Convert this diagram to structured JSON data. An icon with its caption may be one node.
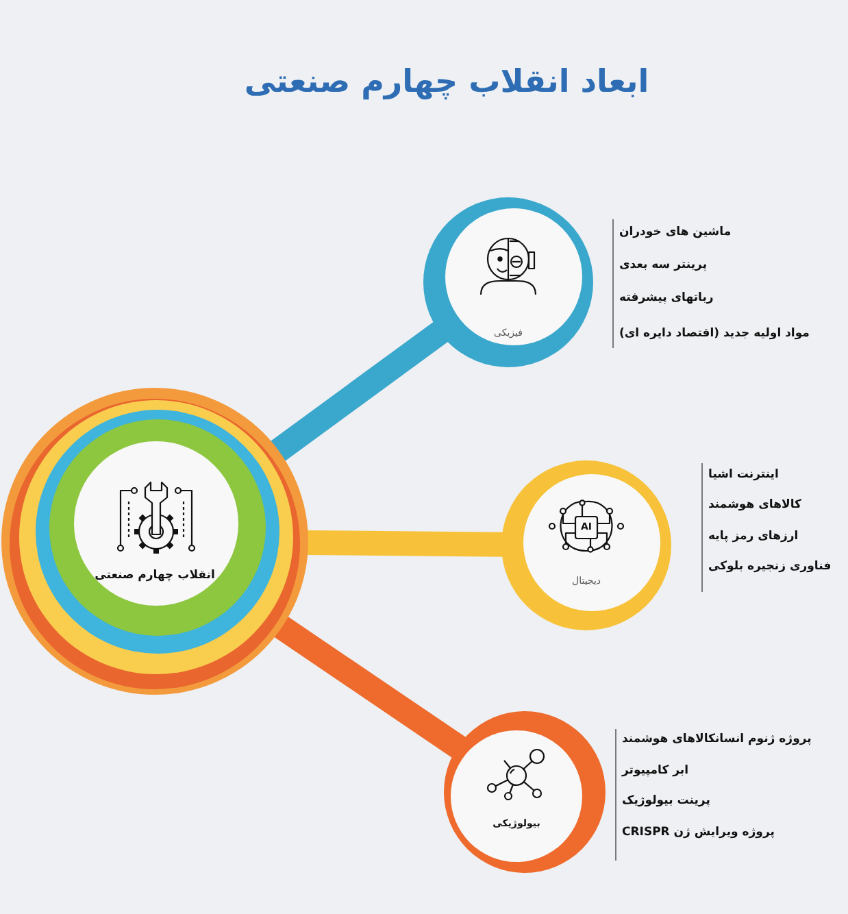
{
  "diagram": {
    "title": "ابعاد انقلاب چهارم صنعتی",
    "nodes": [
      {
        "text": [
          "انقلاب چهارم صنعتی"
        ]
      },
      {
        "text": [
          "فیزیکی"
        ],
        "beside": [
          "ماشین های خودران",
          "پرینتر سه بعدی",
          "رباتهای پیشرفته",
          "مواد اولیه جدید (اقتصاد دایره ای)"
        ]
      },
      {
        "text": [
          "دیجیتال"
        ],
        "beside": [
          "اینترنت اشیا",
          "کالاهای هوشمند",
          "ارزهای رمز پایه",
          "فناوری زنجیره بلوکی"
        ]
      },
      {
        "text": [
          "بیولوژیکی"
        ],
        "beside": [
          "پروژه ژنوم انسانکالاهای هوشمند",
          "ابر کامپیوتر",
          "پرینت بیولوژیک",
          "پروژه ویرایش ژن CRISPR"
        ]
      }
    ],
    "edges": [
      {
        "from": 0,
        "to": 1,
        "arrow": "none",
        "color": "#3aa7cc"
      },
      {
        "from": 0,
        "to": 2,
        "arrow": "none",
        "color": "#f7c23a"
      },
      {
        "from": 0,
        "to": 3,
        "arrow": "none",
        "color": "#ee6b2d"
      }
    ],
    "labels": [
      "AI"
    ]
  }
}
